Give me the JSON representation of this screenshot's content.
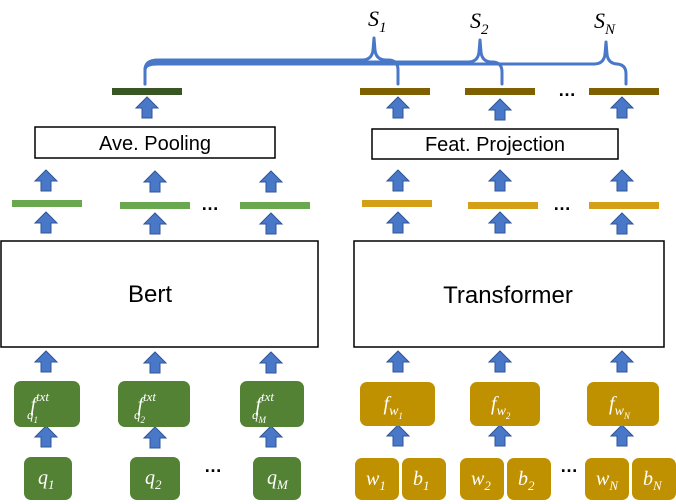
{
  "colors": {
    "arrow": "#4a78c8",
    "arrow_stroke": "#2f5597",
    "green_chip": "#548235",
    "green_bar": "#6aa84f",
    "green_dark_bar": "#375623",
    "gold_chip": "#bf9000",
    "gold_bar": "#d4a017",
    "gold_dark_bar": "#7f6000",
    "bracket": "#4a78c8",
    "box_stroke": "#000000"
  },
  "left": {
    "encoder_label": "Bert",
    "pooling_label": "Ave. Pooling",
    "feature_chips": [
      {
        "base": "f",
        "sup": "txt",
        "sub": "q",
        "subsub": "1"
      },
      {
        "base": "f",
        "sup": "txt",
        "sub": "q",
        "subsub": "2"
      },
      {
        "base": "f",
        "sup": "txt",
        "sub": "q",
        "subsub": "M"
      }
    ],
    "token_chips": [
      {
        "base": "q",
        "sub": "1"
      },
      {
        "base": "q",
        "sub": "2"
      },
      {
        "base": "q",
        "sub": "M"
      }
    ],
    "ellipsis_mid": "…",
    "ellipsis_bottom": "…"
  },
  "right": {
    "encoder_label": "Transformer",
    "projection_label": "Feat. Projection",
    "feature_chips": [
      {
        "base": "f",
        "sub": "w",
        "subsub": "1"
      },
      {
        "base": "f",
        "sub": "w",
        "subsub": "2"
      },
      {
        "base": "f",
        "sub": "w",
        "subsub": "N"
      }
    ],
    "token_pairs": [
      [
        {
          "base": "w",
          "sub": "1"
        },
        {
          "base": "b",
          "sub": "1"
        }
      ],
      [
        {
          "base": "w",
          "sub": "2"
        },
        {
          "base": "b",
          "sub": "2"
        }
      ],
      [
        {
          "base": "w",
          "sub": "N"
        },
        {
          "base": "b",
          "sub": "N"
        }
      ]
    ],
    "ellipsis_top": "…",
    "ellipsis_mid": "…",
    "ellipsis_bottom": "…"
  },
  "scores": [
    {
      "base": "S",
      "sub": "1"
    },
    {
      "base": "S",
      "sub": "2"
    },
    {
      "base": "S",
      "sub": "N"
    }
  ]
}
